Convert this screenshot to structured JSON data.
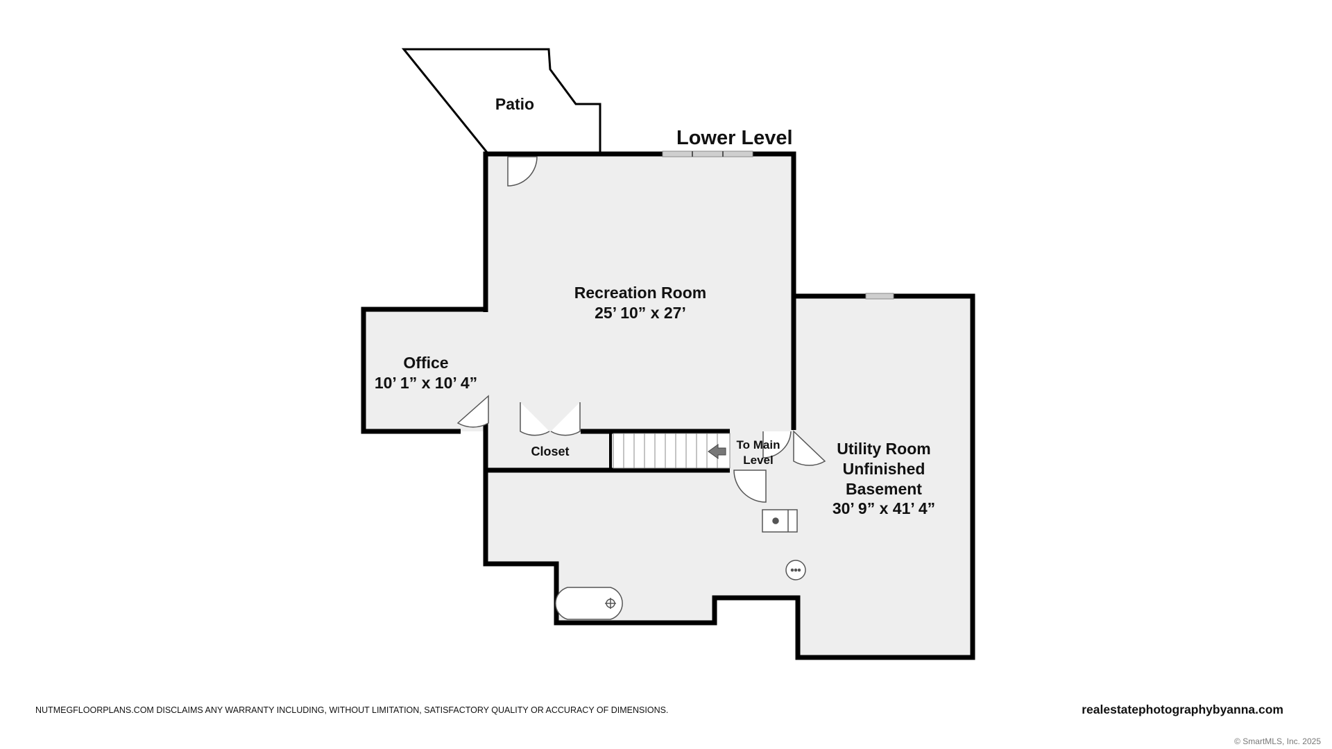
{
  "plan": {
    "level_title": "Lower Level",
    "rooms": {
      "patio": {
        "name": "Patio"
      },
      "recreation": {
        "name": "Recreation Room",
        "dims": "25’ 10” x 27’"
      },
      "office": {
        "name": "Office",
        "dims": "10’ 1” x 10’ 4”"
      },
      "closet": {
        "name": "Closet"
      },
      "stairs": {
        "line1": "To Main",
        "line2": "Level"
      },
      "utility": {
        "line1": "Utility Room",
        "line2": "Unfinished",
        "line3": "Basement",
        "dims": "30’ 9” x 41’ 4”"
      }
    }
  },
  "footer": {
    "disclaimer": "NUTMEGFLOORPLANS.COM DISCLAIMS ANY WARRANTY INCLUDING, WITHOUT LIMITATION, SATISFACTORY QUALITY OR ACCURACY OF DIMENSIONS.",
    "website": "realestatephotographybyanna.com",
    "copyright": "© SmartMLS, Inc.  2025"
  },
  "colors": {
    "wall": "#000000",
    "floor": "#eeeeee",
    "background": "#ffffff",
    "fixture_stroke": "#555555"
  }
}
